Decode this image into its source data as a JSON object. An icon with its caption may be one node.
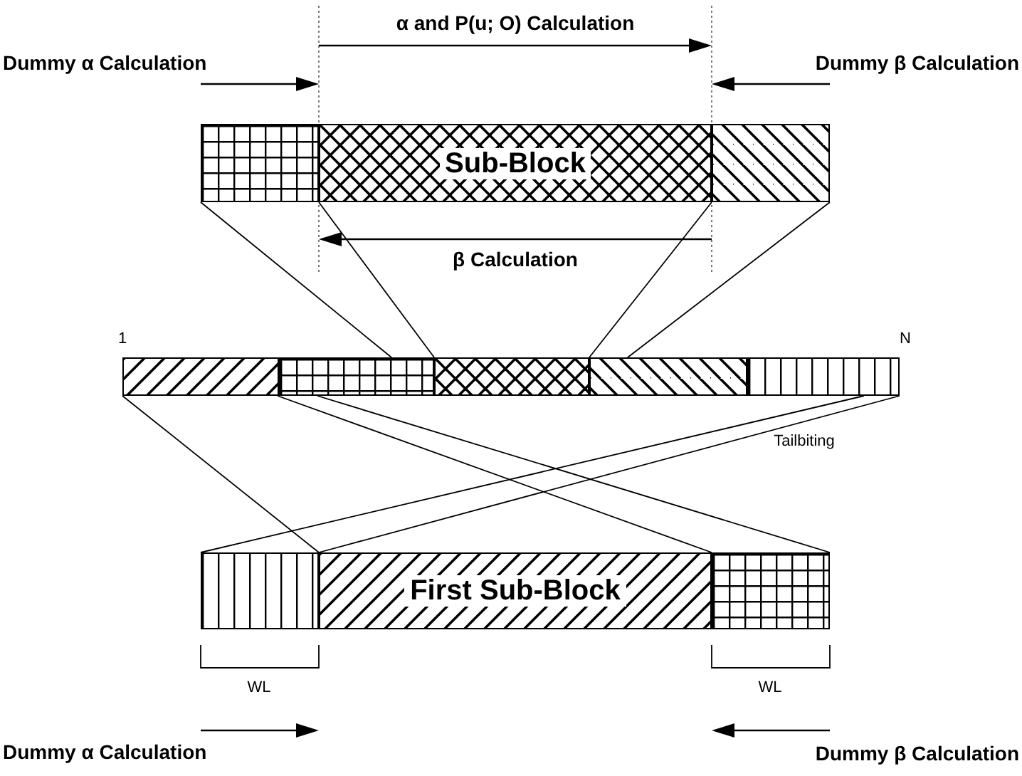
{
  "diagram": {
    "nodes": [
      {
        "text": [],
        "shape": "box"
      },
      {
        "text": [
          "Sub-Block"
        ]
      },
      {
        "text": [],
        "shape": "box"
      },
      {
        "text": [],
        "shape": "box"
      },
      {
        "text": [],
        "shape": "box"
      },
      {
        "text": [],
        "shape": "box"
      },
      {
        "text": [],
        "shape": "box"
      },
      {
        "text": [],
        "shape": "box"
      },
      {
        "text": [],
        "shape": "box"
      },
      {
        "text": [
          "First Sub-Block"
        ]
      },
      {
        "text": [],
        "shape": "box"
      }
    ],
    "edges": [
      {
        "from": 0,
        "to": 4,
        "arrow": "none"
      },
      {
        "from": 1,
        "to": 5,
        "arrow": "none"
      },
      {
        "from": 1,
        "to": 5,
        "arrow": "none"
      },
      {
        "from": 2,
        "to": 6,
        "arrow": "none"
      },
      {
        "from": 3,
        "to": 9,
        "arrow": "none"
      },
      {
        "from": 4,
        "to": 10,
        "arrow": "none"
      },
      {
        "from": 4,
        "to": 10,
        "arrow": "none"
      },
      {
        "from": 7,
        "to": 8,
        "arrow": "none"
      },
      {
        "from": 7,
        "to": 8,
        "arrow": "none"
      }
    ],
    "labels": [
      "α and P(u; O) Calculation",
      "Dummy α Calculation",
      "Dummy β Calculation",
      "β Calculation",
      "1",
      "N",
      "Tailbiting",
      "WL",
      "WL",
      "Dummy α Calculation",
      "Dummy β Calculation"
    ]
  }
}
